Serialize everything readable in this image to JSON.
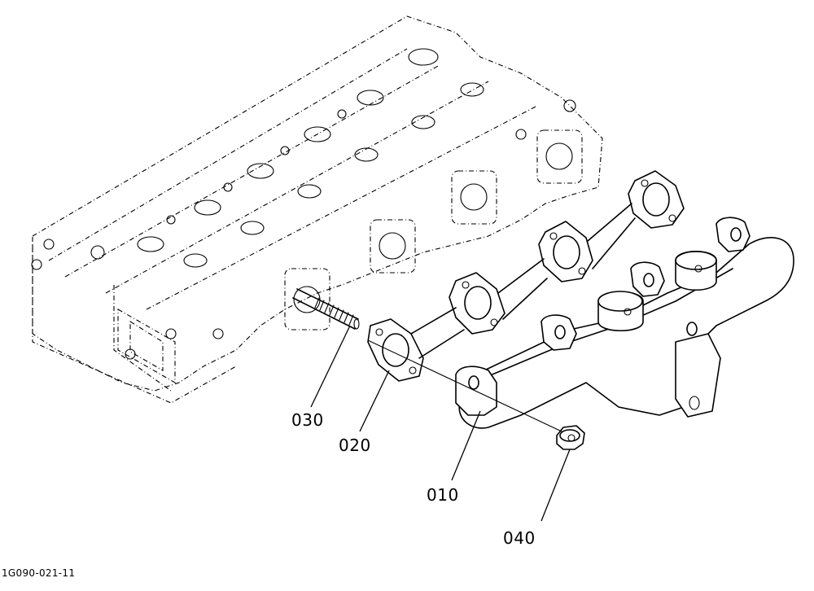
{
  "figure": {
    "callouts": {
      "p010": "010",
      "p020": "020",
      "p030": "030",
      "p040": "040"
    },
    "drawing_code": "1G090-021-11"
  }
}
